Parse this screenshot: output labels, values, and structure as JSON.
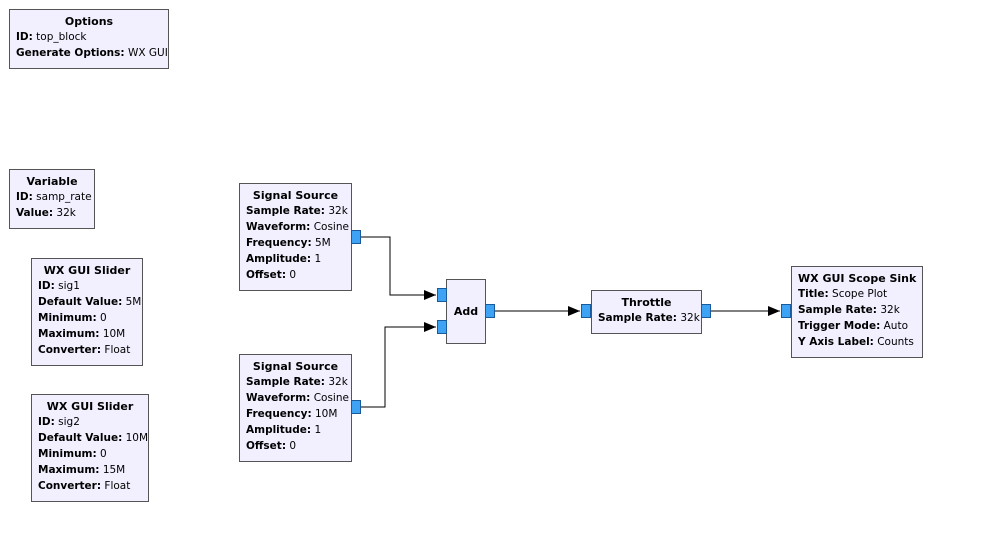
{
  "blocks": {
    "options": {
      "title": "Options",
      "params": [
        {
          "label": "ID:",
          "value": "top_block"
        },
        {
          "label": "Generate Options:",
          "value": "WX GUI"
        }
      ]
    },
    "variable": {
      "title": "Variable",
      "params": [
        {
          "label": "ID:",
          "value": "samp_rate"
        },
        {
          "label": "Value:",
          "value": "32k"
        }
      ]
    },
    "slider1": {
      "title": "WX GUI Slider",
      "params": [
        {
          "label": "ID:",
          "value": "sig1"
        },
        {
          "label": "Default Value:",
          "value": "5M"
        },
        {
          "label": "Minimum:",
          "value": "0"
        },
        {
          "label": "Maximum:",
          "value": "10M"
        },
        {
          "label": "Converter:",
          "value": "Float"
        }
      ]
    },
    "slider2": {
      "title": "WX GUI Slider",
      "params": [
        {
          "label": "ID:",
          "value": "sig2"
        },
        {
          "label": "Default Value:",
          "value": "10M"
        },
        {
          "label": "Minimum:",
          "value": "0"
        },
        {
          "label": "Maximum:",
          "value": "15M"
        },
        {
          "label": "Converter:",
          "value": "Float"
        }
      ]
    },
    "source1": {
      "title": "Signal Source",
      "params": [
        {
          "label": "Sample Rate:",
          "value": "32k"
        },
        {
          "label": "Waveform:",
          "value": "Cosine"
        },
        {
          "label": "Frequency:",
          "value": "5M"
        },
        {
          "label": "Amplitude:",
          "value": "1"
        },
        {
          "label": "Offset:",
          "value": "0"
        }
      ]
    },
    "source2": {
      "title": "Signal Source",
      "params": [
        {
          "label": "Sample Rate:",
          "value": "32k"
        },
        {
          "label": "Waveform:",
          "value": "Cosine"
        },
        {
          "label": "Frequency:",
          "value": "10M"
        },
        {
          "label": "Amplitude:",
          "value": "1"
        },
        {
          "label": "Offset:",
          "value": "0"
        }
      ]
    },
    "add": {
      "title": "Add"
    },
    "throttle": {
      "title": "Throttle",
      "params": [
        {
          "label": "Sample Rate:",
          "value": "32k"
        }
      ]
    },
    "scope": {
      "title": "WX GUI Scope Sink",
      "params": [
        {
          "label": "Title:",
          "value": "Scope Plot"
        },
        {
          "label": "Sample Rate:",
          "value": "32k"
        },
        {
          "label": "Trigger Mode:",
          "value": "Auto"
        },
        {
          "label": "Y Axis Label:",
          "value": "Counts"
        }
      ]
    }
  },
  "colors": {
    "block_fill": "#f2f0ff",
    "port_fill": "#3fa3f5",
    "wire": "#000000"
  }
}
